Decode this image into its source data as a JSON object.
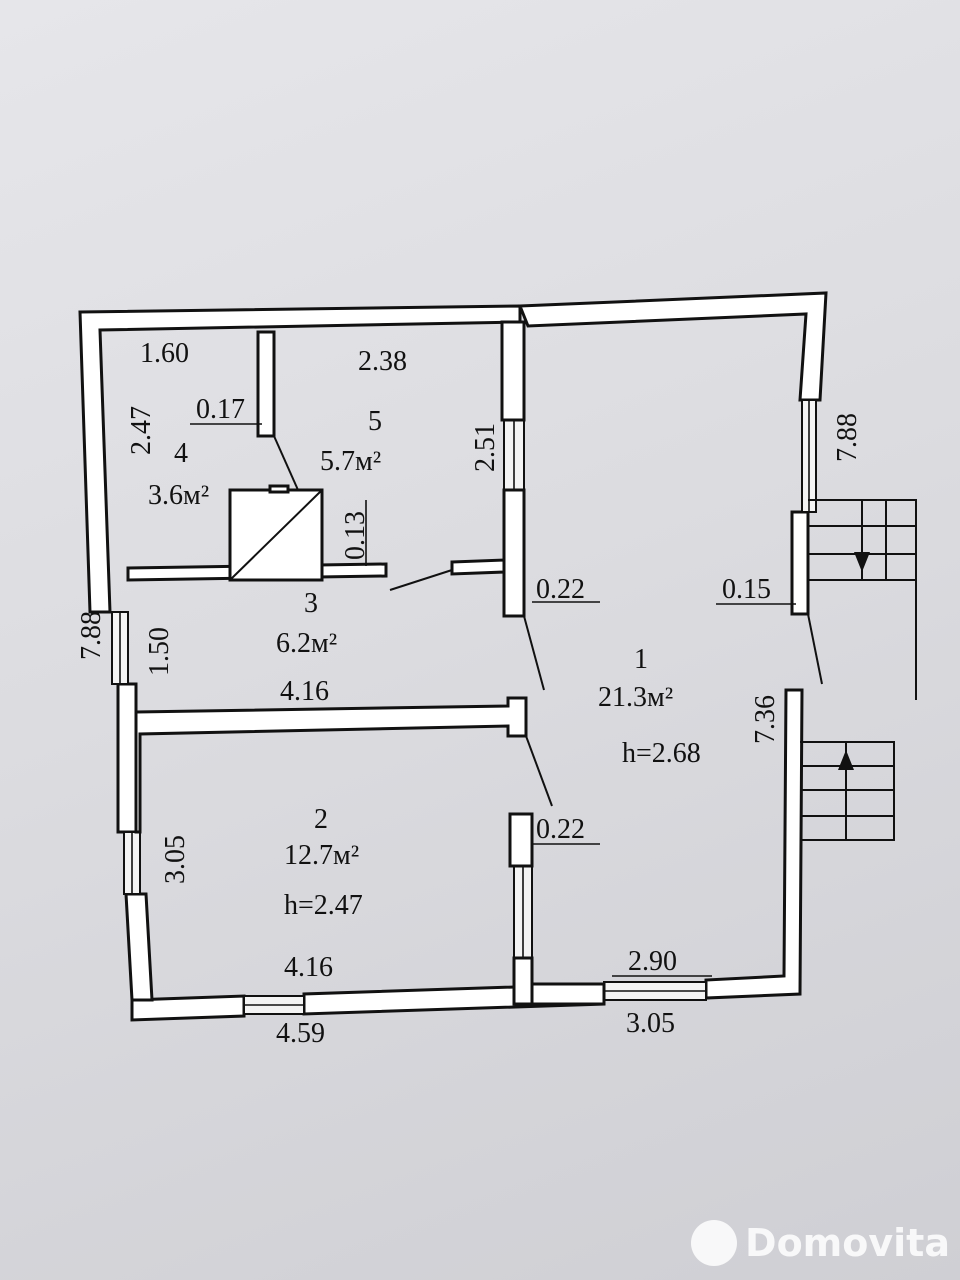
{
  "plan": {
    "rooms": [
      {
        "number": "1",
        "area": "21.3м²",
        "height": "h=2.68"
      },
      {
        "number": "2",
        "area": "12.7м²",
        "height": "h=2.47"
      },
      {
        "number": "3",
        "area": "6.2м²"
      },
      {
        "number": "4",
        "area": "3.6м²"
      },
      {
        "number": "5",
        "area": "5.7м²"
      }
    ],
    "dimensions": {
      "d_1_60": "1.60",
      "d_2_38": "2.38",
      "d_0_17": "0.17",
      "d_2_47": "2.47",
      "d_2_51": "2.51",
      "d_0_13": "0.13",
      "d_0_22_top": "0.22",
      "d_0_15": "0.15",
      "d_7_88_right": "7.88",
      "d_7_88_left": "7.88",
      "d_1_50": "1.50",
      "d_4_16_mid": "4.16",
      "d_7_36": "7.36",
      "d_0_22_bottom": "0.22",
      "d_3_05_left": "3.05",
      "d_4_16_bottom": "4.16",
      "d_2_90": "2.90",
      "d_4_59": "4.59",
      "d_3_05_bottom": "3.05"
    }
  },
  "watermark": {
    "text": "Domovita"
  }
}
